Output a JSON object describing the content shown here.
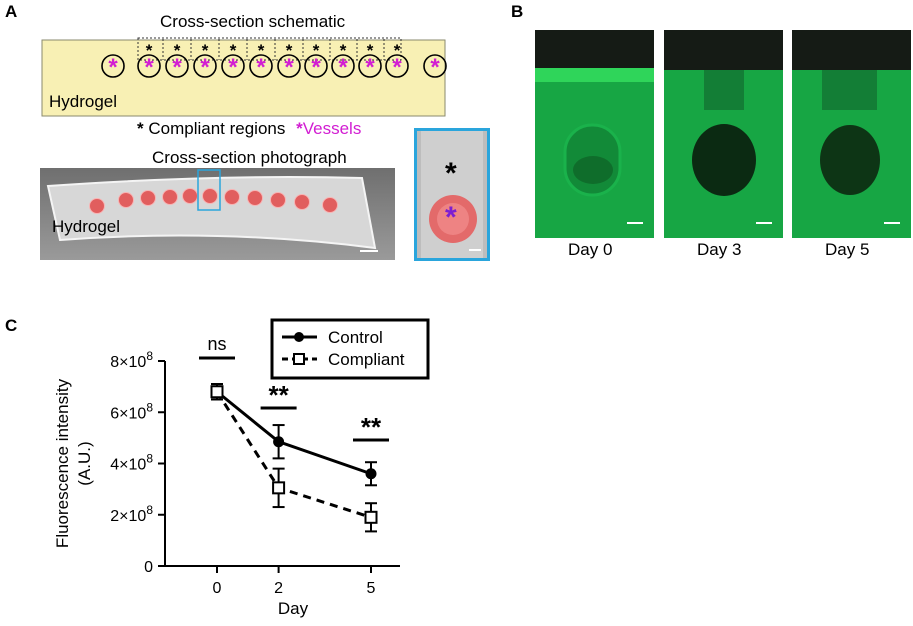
{
  "panels": {
    "a": {
      "letter": "A",
      "schematic_title": "Cross-section schematic",
      "hydrogel_label": "Hydrogel",
      "vessel_mark": "*",
      "compliant_mark": "*",
      "legend_compliant": "Compliant regions",
      "legend_vessels": "Vessels",
      "photo_title": "Cross-section photograph",
      "photo_hydrogel_label": "Hydrogel"
    },
    "b": {
      "letter": "B",
      "images": [
        {
          "label": "Day 0"
        },
        {
          "label": "Day 3"
        },
        {
          "label": "Day 5"
        }
      ]
    },
    "c": {
      "letter": "C"
    }
  },
  "colors": {
    "hydrogel_fill": "#f8f0b4",
    "vessel_magenta": "#d21ed2",
    "inset_border": "#2aa5dc",
    "green": "#17a644"
  },
  "chart_data": {
    "type": "line",
    "x": [
      0,
      2,
      5
    ],
    "x_tick_labels": [
      "0",
      "2",
      "5"
    ],
    "xlabel": "Day",
    "ylabel": "Fluorescence intensity (A.U.)",
    "ylabel_lines": [
      "Fluorescence intensity",
      "(A.U.)"
    ],
    "ylim": [
      0,
      800000000
    ],
    "y_ticks": [
      {
        "value": 0,
        "base": "0",
        "exp": ""
      },
      {
        "value": 200000000,
        "base": "2×10",
        "exp": "8"
      },
      {
        "value": 400000000,
        "base": "4×10",
        "exp": "8"
      },
      {
        "value": 600000000,
        "base": "6×10",
        "exp": "8"
      },
      {
        "value": 800000000,
        "base": "8×10",
        "exp": "8"
      }
    ],
    "series": [
      {
        "name": "Control",
        "marker": "filled-circle",
        "line": "solid",
        "values": [
          680000000,
          485000000,
          360000000
        ],
        "errors": [
          30000000,
          65000000,
          45000000
        ]
      },
      {
        "name": "Compliant",
        "marker": "open-square",
        "line": "dashed",
        "values": [
          680000000,
          305000000,
          190000000
        ],
        "errors": [
          30000000,
          75000000,
          55000000
        ]
      }
    ],
    "significance": [
      {
        "x": 0,
        "label": "ns"
      },
      {
        "x": 2,
        "label": "**"
      },
      {
        "x": 5,
        "label": "**"
      }
    ],
    "legend_position": "top-right"
  }
}
